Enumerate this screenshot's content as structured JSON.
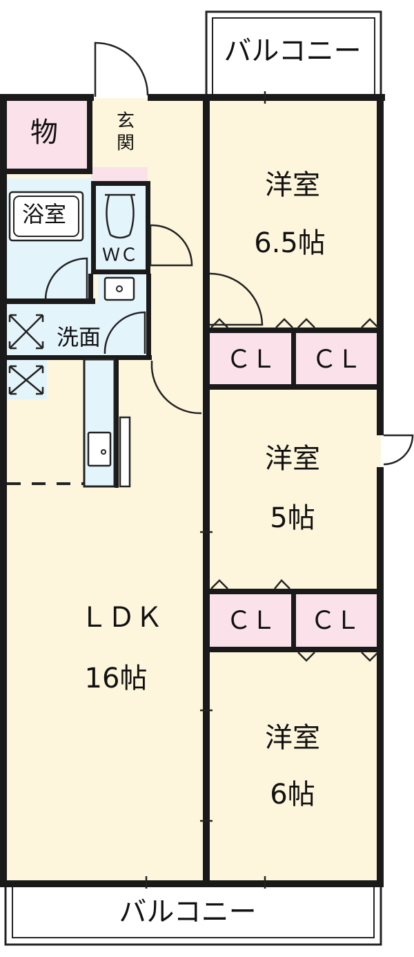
{
  "colors": {
    "room": "#fdf6dc",
    "storage": "#fbe1ea",
    "wet": "#e4f4fb",
    "wall": "#1a1a1a"
  },
  "labels": {
    "balcony_top": "バルコニー",
    "balcony_bottom": "バルコニー",
    "storage": "物",
    "genkan": "玄関",
    "bath": "浴室",
    "wc": "ＷＣ",
    "washroom": "洗面",
    "room1_name": "洋室",
    "room1_size": "6.5帖",
    "room2_name": "洋室",
    "room2_size": "5帖",
    "room3_name": "洋室",
    "room3_size": "6帖",
    "ldk_name": "ＬＤＫ",
    "ldk_size": "16帖",
    "cl_1": "ＣＬ",
    "cl_2": "ＣＬ",
    "cl_3": "ＣＬ",
    "cl_4": "ＣＬ"
  }
}
